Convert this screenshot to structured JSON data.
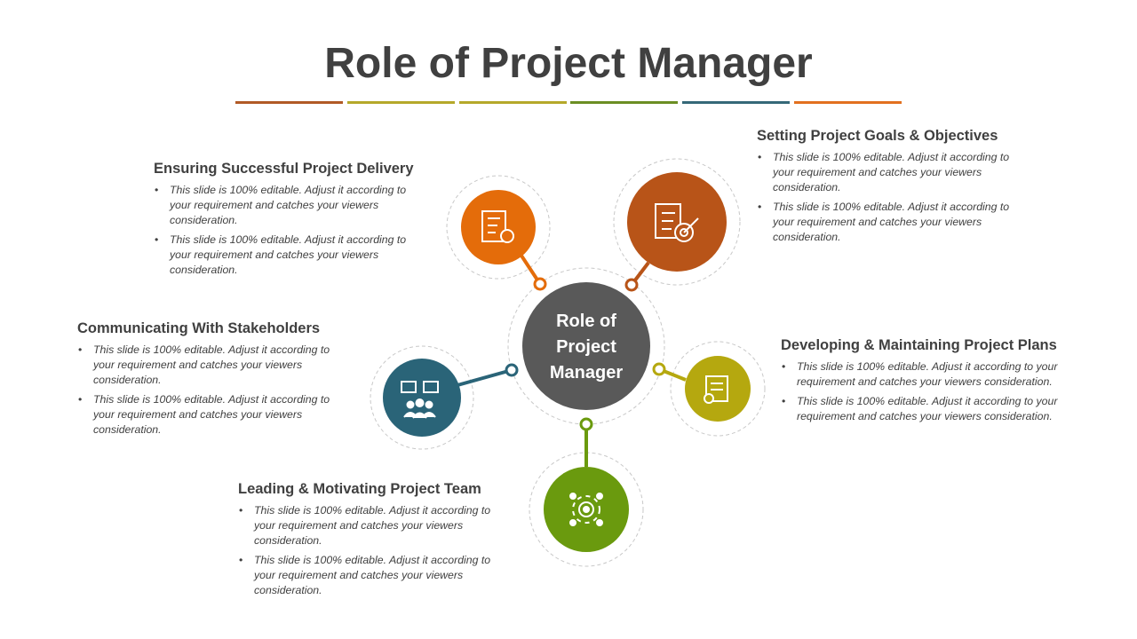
{
  "title": "Role of Project Manager",
  "colors": {
    "dark_orange": "#B15A26",
    "olive": "#B5A82A",
    "green": "#6B8E23",
    "teal": "#356878",
    "orange": "#E2701F"
  },
  "center": {
    "line1": "Role of",
    "line2": "Project",
    "line3": "Manager"
  },
  "items": [
    {
      "title": "Ensuring Successful Project Delivery",
      "icon": "checklist-gear-icon",
      "bullets": [
        "This slide is 100% editable. Adjust it according to your requirement and catches your viewers consideration.",
        "This slide is 100% editable. Adjust it according to your requirement and catches your viewers consideration."
      ]
    },
    {
      "title": "Setting Project Goals & Objectives",
      "icon": "clipboard-target-icon",
      "bullets": [
        "This slide is 100% editable. Adjust it according to your requirement and catches your viewers consideration.",
        "This slide is 100% editable. Adjust it according to your requirement and catches your viewers consideration."
      ]
    },
    {
      "title": "Communicating With Stakeholders",
      "icon": "team-chat-icon",
      "bullets": [
        "This slide is 100% editable. Adjust it according to your requirement and catches your viewers consideration.",
        "This slide is 100% editable. Adjust it according to your requirement and catches your viewers consideration."
      ]
    },
    {
      "title": "Developing & Maintaining Project Plans",
      "icon": "plan-document-gear-icon",
      "bullets": [
        "This slide is 100% editable. Adjust it according to your requirement and catches your viewers consideration.",
        "This slide is 100% editable. Adjust it according to your requirement and catches your viewers consideration."
      ]
    },
    {
      "title": "Leading & Motivating Project Team",
      "icon": "team-gear-icon",
      "bullets": [
        "This slide is 100% editable. Adjust it according to your requirement and catches your viewers consideration.",
        "This slide is 100% editable. Adjust it according to your requirement and catches your viewers consideration."
      ]
    }
  ]
}
